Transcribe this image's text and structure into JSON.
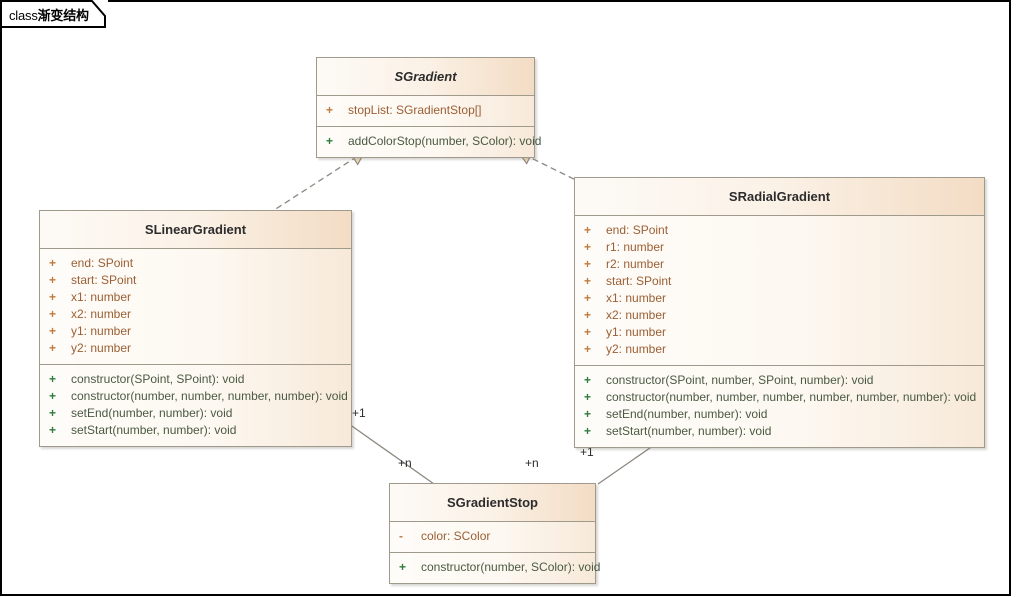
{
  "frame": {
    "stereotype": "class",
    "name": "渐变结构"
  },
  "colors": {
    "box_border": "#a09a8c",
    "header_gradient_start": "#fdfaf6",
    "header_gradient_end": "#f3dcc4",
    "attribute_text": "#9b5f33",
    "attribute_visibility": "#c07a3e",
    "operation_text": "#4a5a42",
    "operation_visibility": "#2f7a3e",
    "connector_line": "#8c8880",
    "arrow_fill": "#f6dfbd",
    "frame_border": "#000000"
  },
  "classes": [
    {
      "id": "sgradient",
      "name": "SGradient",
      "abstract": true,
      "attributes": [
        {
          "visibility": "+",
          "signature": "stopList: SGradientStop[]"
        }
      ],
      "operations": [
        {
          "visibility": "+",
          "signature": "addColorStop(number, SColor): void"
        }
      ]
    },
    {
      "id": "slineargradient",
      "name": "SLinearGradient",
      "abstract": false,
      "attributes": [
        {
          "visibility": "+",
          "signature": "end: SPoint"
        },
        {
          "visibility": "+",
          "signature": "start: SPoint"
        },
        {
          "visibility": "+",
          "signature": "x1: number"
        },
        {
          "visibility": "+",
          "signature": "x2: number"
        },
        {
          "visibility": "+",
          "signature": "y1: number"
        },
        {
          "visibility": "+",
          "signature": "y2: number"
        }
      ],
      "operations": [
        {
          "visibility": "+",
          "signature": "constructor(SPoint, SPoint): void"
        },
        {
          "visibility": "+",
          "signature": "constructor(number, number, number, number): void"
        },
        {
          "visibility": "+",
          "signature": "setEnd(number, number): void"
        },
        {
          "visibility": "+",
          "signature": "setStart(number, number): void"
        }
      ]
    },
    {
      "id": "sradialgradient",
      "name": "SRadialGradient",
      "abstract": false,
      "attributes": [
        {
          "visibility": "+",
          "signature": "end: SPoint"
        },
        {
          "visibility": "+",
          "signature": "r1: number"
        },
        {
          "visibility": "+",
          "signature": "r2: number"
        },
        {
          "visibility": "+",
          "signature": "start: SPoint"
        },
        {
          "visibility": "+",
          "signature": "x1: number"
        },
        {
          "visibility": "+",
          "signature": "x2: number"
        },
        {
          "visibility": "+",
          "signature": "y1: number"
        },
        {
          "visibility": "+",
          "signature": "y2: number"
        }
      ],
      "operations": [
        {
          "visibility": "+",
          "signature": "constructor(SPoint, number, SPoint, number): void"
        },
        {
          "visibility": "+",
          "signature": "constructor(number, number, number, number, number, number): void"
        },
        {
          "visibility": "+",
          "signature": "setEnd(number, number): void"
        },
        {
          "visibility": "+",
          "signature": "setStart(number, number): void"
        }
      ]
    },
    {
      "id": "sgradientstop",
      "name": "SGradientStop",
      "abstract": false,
      "attributes": [
        {
          "visibility": "-",
          "signature": "color: SColor"
        }
      ],
      "operations": [
        {
          "visibility": "+",
          "signature": "constructor(number, SColor): void"
        }
      ]
    }
  ],
  "connectors": [
    {
      "id": "linear-generalizes-gradient",
      "type": "generalization",
      "from": "SLinearGradient",
      "to": "SGradient",
      "style": "dashed",
      "arrow": "hollow-triangle"
    },
    {
      "id": "radial-generalizes-gradient",
      "type": "generalization",
      "from": "SRadialGradient",
      "to": "SGradient",
      "style": "dashed",
      "arrow": "hollow-triangle"
    },
    {
      "id": "linear-assoc-stop",
      "type": "association",
      "from": "SLinearGradient",
      "to": "SGradientStop",
      "style": "solid",
      "source_multiplicity": "+1",
      "target_multiplicity": "+n"
    },
    {
      "id": "radial-assoc-stop",
      "type": "association",
      "from": "SRadialGradient",
      "to": "SGradientStop",
      "style": "solid",
      "source_multiplicity": "+1",
      "target_multiplicity": "+n"
    }
  ],
  "edge_labels": [
    {
      "id": "linear-src-mult",
      "text": "+1"
    },
    {
      "id": "linear-tgt-mult",
      "text": "+n"
    },
    {
      "id": "radial-tgt-mult",
      "text": "+n"
    },
    {
      "id": "radial-src-mult",
      "text": "+1"
    }
  ]
}
